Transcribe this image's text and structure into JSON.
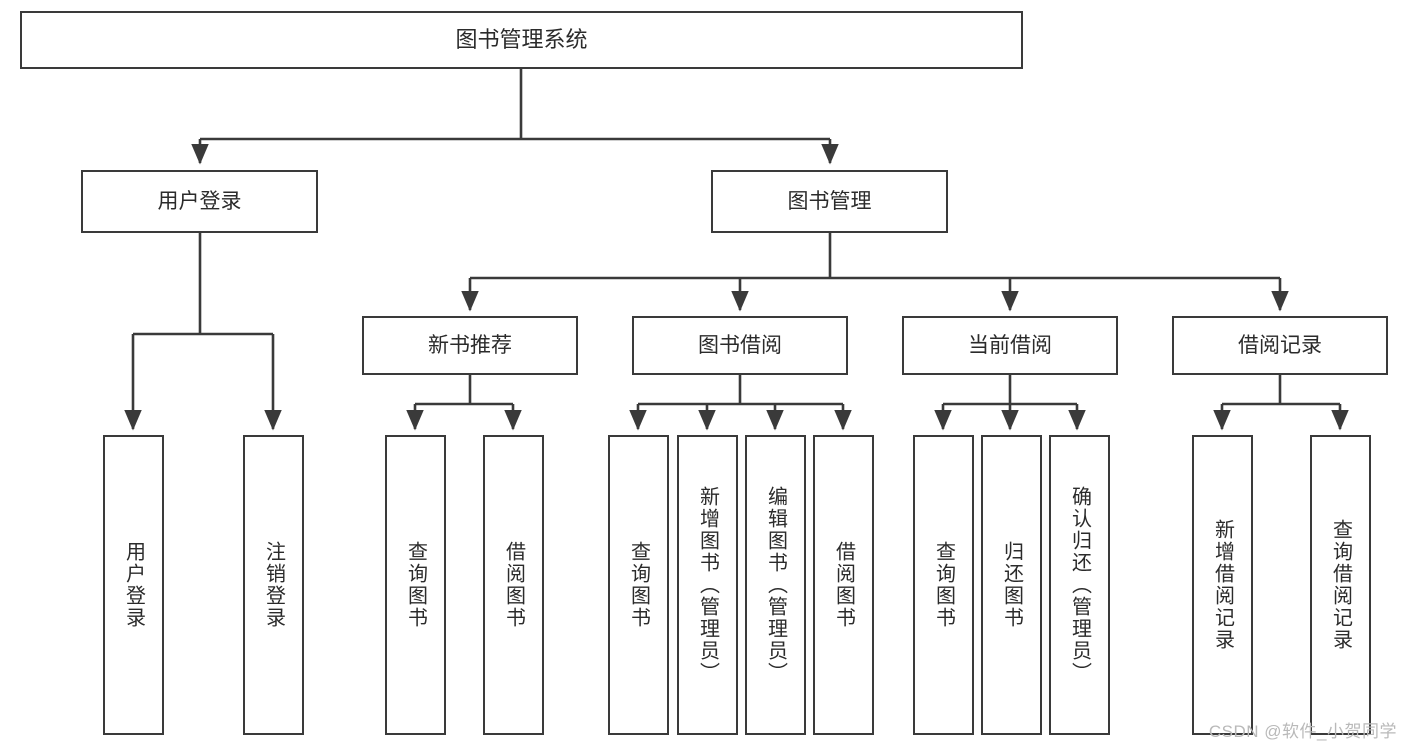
{
  "diagram": {
    "title": "图书管理系统",
    "type": "hierarchy-tree",
    "watermark": "CSDN @软件_小贺同学",
    "colors": {
      "stroke": "#3a3a3a",
      "fill": "#ffffff",
      "text": "#2b2b2b",
      "watermark": "#b9b9b9"
    },
    "root": {
      "label": "图书管理系统"
    },
    "level2": [
      {
        "label": "用户登录"
      },
      {
        "label": "图书管理"
      }
    ],
    "level3": [
      {
        "label": "新书推荐"
      },
      {
        "label": "图书借阅"
      },
      {
        "label": "当前借阅"
      },
      {
        "label": "借阅记录"
      }
    ],
    "leaves": {
      "user_login": [
        {
          "label": "用户登录"
        },
        {
          "label": "注销登录"
        }
      ],
      "new_book_recommend": [
        {
          "label": "查询图书"
        },
        {
          "label": "借阅图书"
        }
      ],
      "book_borrow": [
        {
          "label": "查询图书"
        },
        {
          "label": "新增图书（管理员）"
        },
        {
          "label": "编辑图书（管理员）"
        },
        {
          "label": "借阅图书"
        }
      ],
      "current_borrow": [
        {
          "label": "查询图书"
        },
        {
          "label": "归还图书"
        },
        {
          "label": "确认归还（管理员）"
        }
      ],
      "borrow_records": [
        {
          "label": "新增借阅记录"
        },
        {
          "label": "查询借阅记录"
        }
      ]
    }
  }
}
